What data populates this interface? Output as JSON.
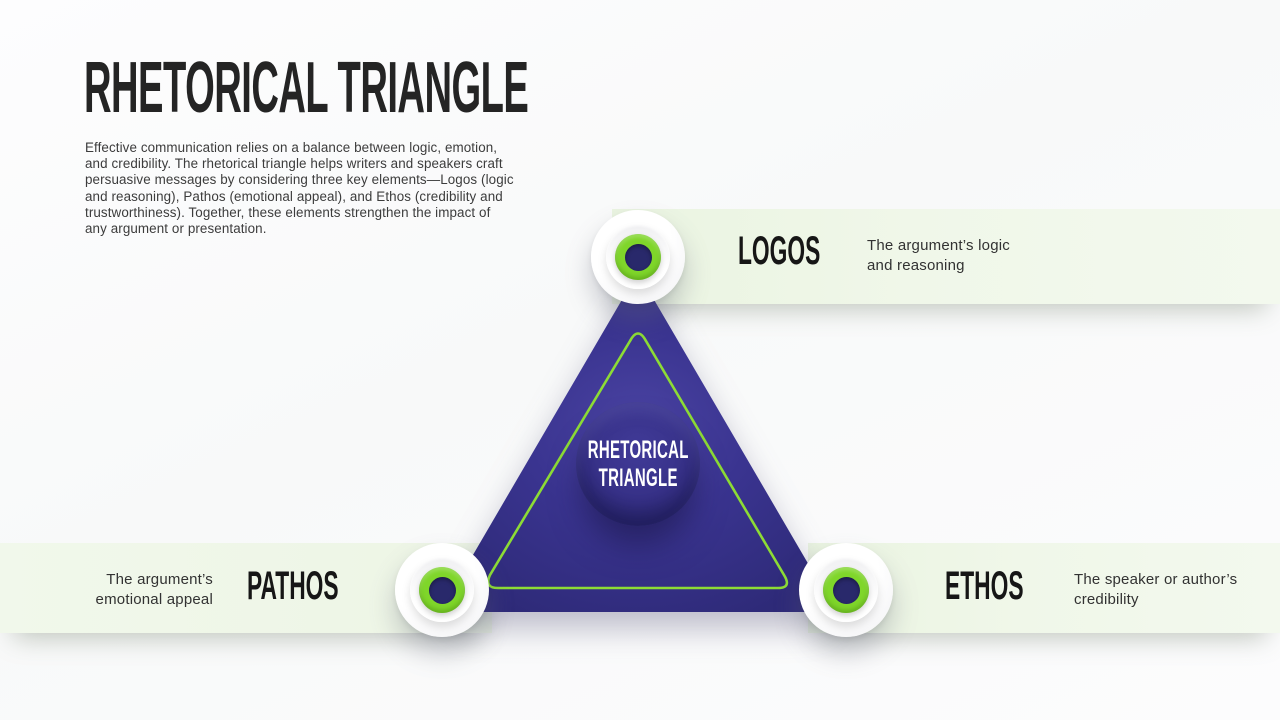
{
  "page": {
    "title": "RHETORICAL TRIANGLE",
    "intro": "Effective communication relies on a balance between logic, emotion, and credibility. The rhetorical triangle helps writers and speakers craft persuasive messages by considering three key elements—Logos (logic and reasoning), Pathos (emotional appeal), and Ethos (credibility and trustworthiness). Together, these elements strengthen the impact of any argument or presentation."
  },
  "center_badge": {
    "line1": "RHETORICAL",
    "line2": "TRIANGLE"
  },
  "items": {
    "logos": {
      "label": "LOGOS",
      "desc_line1": "The argument’s logic",
      "desc_line2": "and reasoning"
    },
    "pathos": {
      "label": "PATHOS",
      "desc_line1": "The argument’s",
      "desc_line2": "emotional appeal"
    },
    "ethos": {
      "label": "ETHOS",
      "desc_line1": "The speaker or author’s",
      "desc_line2": "credibility"
    }
  },
  "colors": {
    "accent_green": "#7fd62a",
    "line_green": "#8ddc35",
    "triangle_indigo": "#36308a",
    "node_core_navy": "#29296b",
    "band_light_green": "#eef6e6",
    "title_text": "#242424",
    "body_text": "#3c3c3c"
  }
}
